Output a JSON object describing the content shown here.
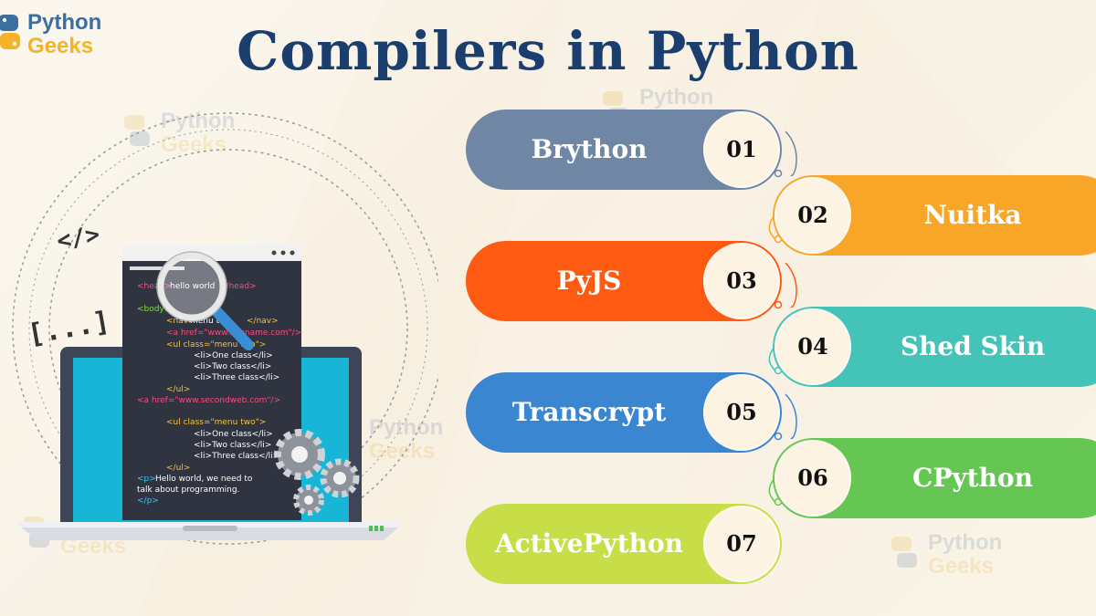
{
  "title": "Compilers in Python",
  "logo": {
    "line1": "Python",
    "line2": "Geeks"
  },
  "colors": {
    "title": "#1a3f6e",
    "brythen": "#6f87a5",
    "nuitka": "#f7a628",
    "pyjs": "#ff5a12",
    "shedskin": "#44c3b8",
    "transcrypt": "#3b86d1",
    "cpython": "#66c653",
    "activepython": "#c8de48"
  },
  "compilers": [
    {
      "num": "01",
      "name": "Brython",
      "side": "left",
      "color": "#6f87a5"
    },
    {
      "num": "02",
      "name": "Nuitka",
      "side": "right",
      "color": "#f7a628"
    },
    {
      "num": "03",
      "name": "PyJS",
      "side": "left",
      "color": "#ff5a12"
    },
    {
      "num": "04",
      "name": "Shed Skin",
      "side": "right",
      "color": "#44c3b8"
    },
    {
      "num": "05",
      "name": "Transcrypt",
      "side": "left",
      "color": "#3b86d1"
    },
    {
      "num": "06",
      "name": "CPython",
      "side": "right",
      "color": "#66c653"
    },
    {
      "num": "07",
      "name": "ActivePython",
      "side": "left",
      "color": "#c8de48"
    }
  ],
  "code_lines": {
    "head_open": "<head>",
    "head_text": "hello world",
    "head_close": "</head>",
    "body_open": "<body>",
    "nav_open": "<nav>",
    "nav_text": "menu two",
    "nav_close": "</nav>",
    "a1": "<a href=\"www.sitename.com\"/>",
    "ul1": "<ul class=\"menu two\">",
    "li1": "<li>One class</li>",
    "li2": "<li>Two class</li>",
    "li3": "<li>Three class</li>",
    "ul1_close": "</ul>",
    "a2": "<a href=\"www.secondweb.com\"/>",
    "ul2": "<ul class=\"menu two\">",
    "li4": "<li>One class</li>",
    "li5": "<li>Two class</li>",
    "li6": "<li>Three class</li>",
    "ul2_close": "</ul>",
    "p_open": "<p>",
    "p_text1": "Hello world, we need to",
    "p_text2": "talk about programming.",
    "p_close": "</p>"
  },
  "symbols": {
    "tag": "</>",
    "dots": "[...]"
  },
  "icons": [
    "python-logo-icon",
    "magnifier-icon",
    "gear-icon",
    "laptop-icon",
    "code-tag-icon"
  ]
}
